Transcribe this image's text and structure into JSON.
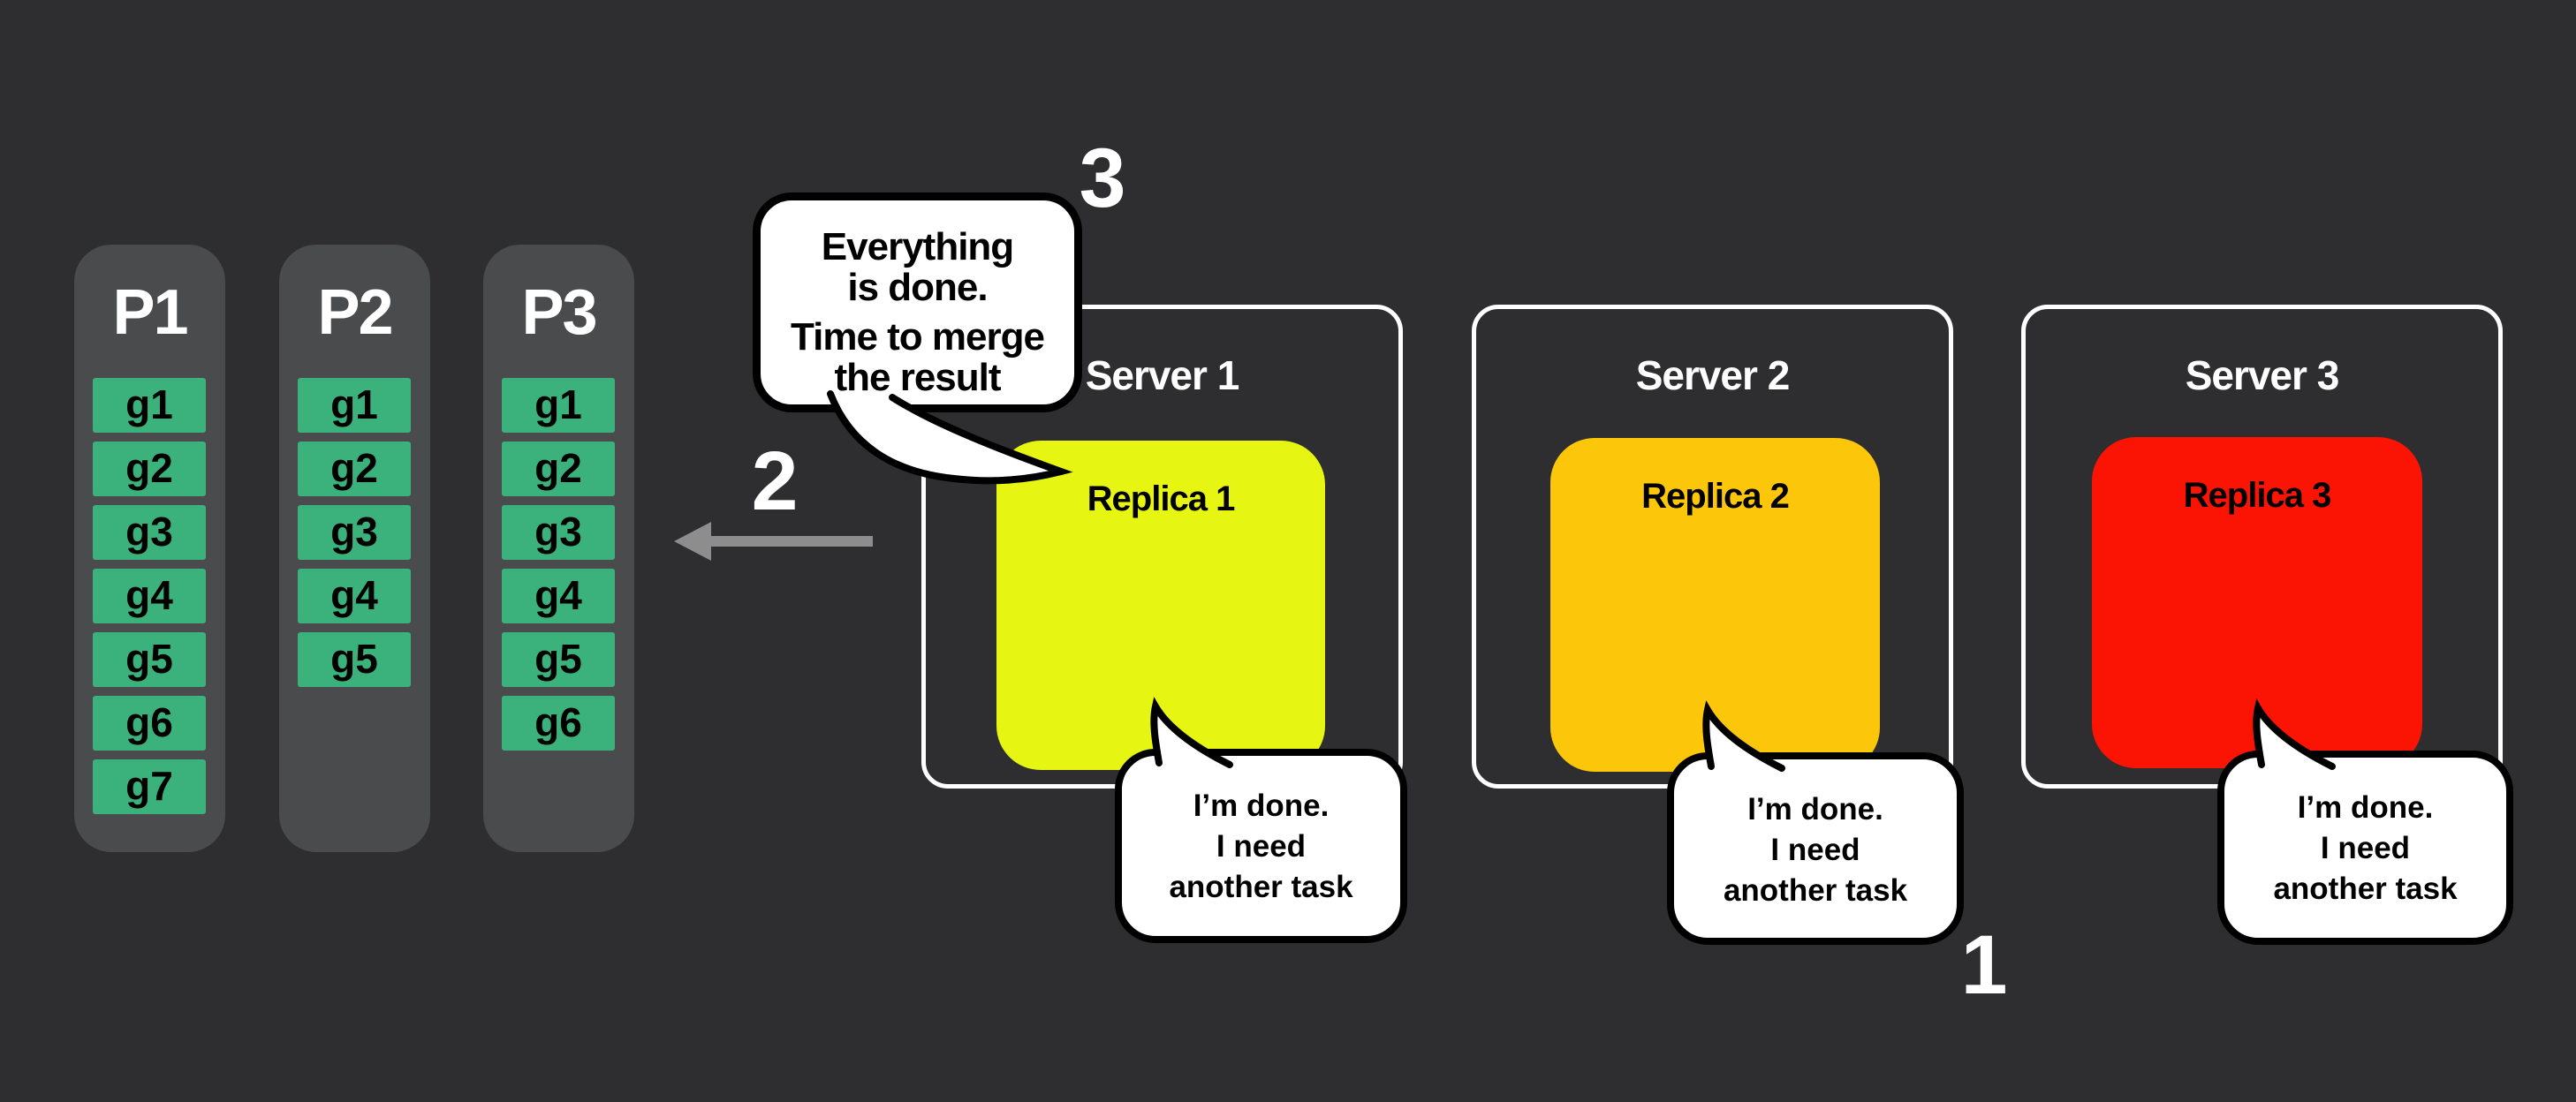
{
  "colors": {
    "background": "#2e2e30",
    "column_bg": "#4a4b4d",
    "task_green": "#3bb17c",
    "replica1_yellow": "#e7f512",
    "replica2_amber": "#fcc60a",
    "replica3_red": "#fb1404",
    "arrow_gray": "#8d8d8d",
    "bubble_bg": "#ffffff",
    "bubble_border": "#000000",
    "server_border": "#ffffff"
  },
  "partitions": {
    "columns": [
      {
        "label": "P1",
        "tasks": [
          "g1",
          "g2",
          "g3",
          "g4",
          "g5",
          "g6",
          "g7"
        ]
      },
      {
        "label": "P2",
        "tasks": [
          "g1",
          "g2",
          "g3",
          "g4",
          "g5"
        ]
      },
      {
        "label": "P3",
        "tasks": [
          "g1",
          "g2",
          "g3",
          "g4",
          "g5",
          "g6"
        ]
      }
    ]
  },
  "servers": [
    {
      "name": "Server 1",
      "replica": {
        "label": "Replica 1",
        "color": "#e7f512"
      },
      "bubble": {
        "line1": "I’m done.",
        "line2": "I need",
        "line3": "another task"
      }
    },
    {
      "name": "Server 2",
      "replica": {
        "label": "Replica 2",
        "color": "#fcc60a"
      },
      "bubble": {
        "line1": "I’m done.",
        "line2": "I need",
        "line3": "another task"
      }
    },
    {
      "name": "Server 3",
      "replica": {
        "label": "Replica 3",
        "color": "#fb1404"
      },
      "bubble": {
        "line1": "I’m done.",
        "line2": "I need",
        "line3": "another task"
      }
    }
  ],
  "merge_bubble": {
    "line1": "Everything",
    "line2": "is done.",
    "line3": "Time to merge",
    "line4": "the result"
  },
  "steps": {
    "step1": "1",
    "step2": "2",
    "step3": "3"
  }
}
